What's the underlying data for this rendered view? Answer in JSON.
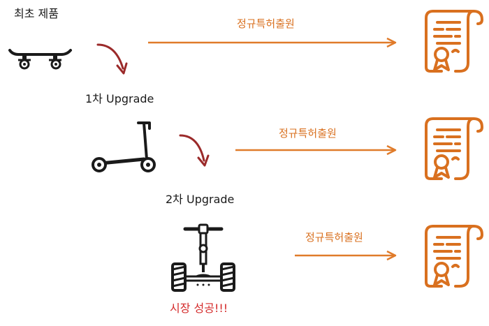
{
  "stages": [
    {
      "title": "최초 제품",
      "icon": "skateboard-icon",
      "filing_label": "정규특허출원"
    },
    {
      "title": "1차 Upgrade",
      "icon": "kick-scooter-icon",
      "filing_label": "정규특허출원"
    },
    {
      "title": "2차 Upgrade",
      "icon": "segway-icon",
      "filing_label": "정규특허출원",
      "result": "시장 성공!!!"
    }
  ],
  "colors": {
    "filing_arrow": "#e07b2a",
    "upgrade_arrow": "#9b2a2a",
    "certificate": "#d9701f",
    "success_text": "#d42a2a",
    "icon_stroke": "#1a1a1a"
  },
  "icons": {
    "certificate": "patent-certificate-icon"
  }
}
